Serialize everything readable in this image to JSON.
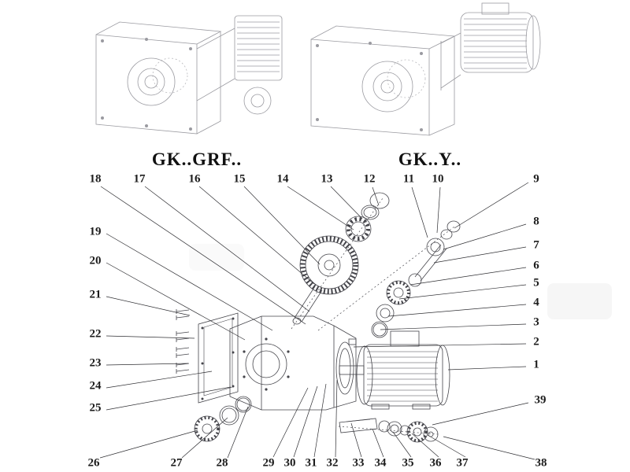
{
  "titles": {
    "left": "GK..GRF..",
    "right": "GK..Y.."
  },
  "callouts": [
    "18",
    "17",
    "16",
    "15",
    "14",
    "13",
    "12",
    "11",
    "10",
    "9",
    "8",
    "7",
    "6",
    "5",
    "4",
    "3",
    "2",
    "1",
    "39",
    "19",
    "20",
    "21",
    "22",
    "23",
    "24",
    "25",
    "26",
    "27",
    "28",
    "29",
    "30",
    "31",
    "32",
    "33",
    "34",
    "35",
    "36",
    "37",
    "38"
  ]
}
